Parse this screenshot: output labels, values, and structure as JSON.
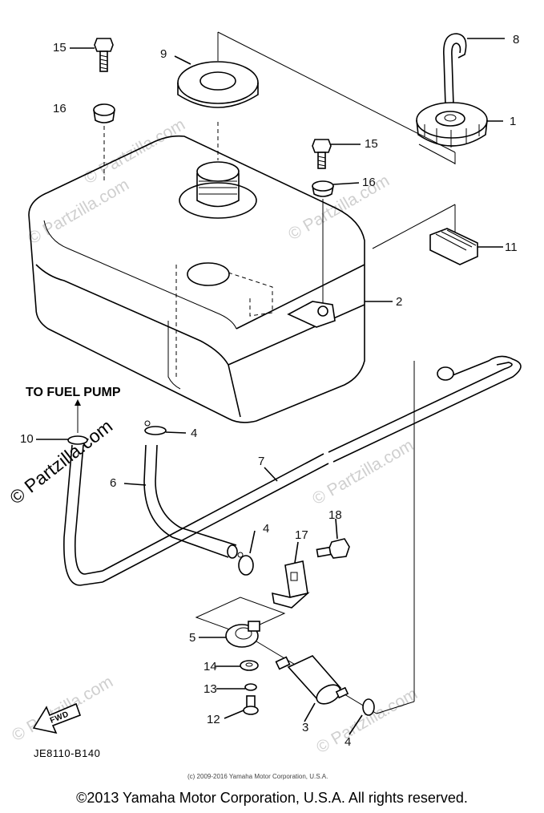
{
  "heading": "TO FUEL PUMP",
  "drawing_code": "JE8110-B140",
  "small_copyright": "(c) 2009-2016 Yamaha Motor Corporation, U.S.A.",
  "footer": "©2013 Yamaha Motor Corporation, U.S.A. All rights reserved.",
  "fwd_label": "FWD",
  "watermark": "© Partzilla.com",
  "callouts": {
    "c1": "1",
    "c2": "2",
    "c3": "3",
    "c4a": "4",
    "c4b": "4",
    "c4c": "4",
    "c5": "5",
    "c6": "6",
    "c7": "7",
    "c8": "8",
    "c9": "9",
    "c10": "10",
    "c11": "11",
    "c12": "12",
    "c13": "13",
    "c14": "14",
    "c15a": "15",
    "c15b": "15",
    "c16a": "16",
    "c16b": "16",
    "c17": "17",
    "c18": "18"
  }
}
